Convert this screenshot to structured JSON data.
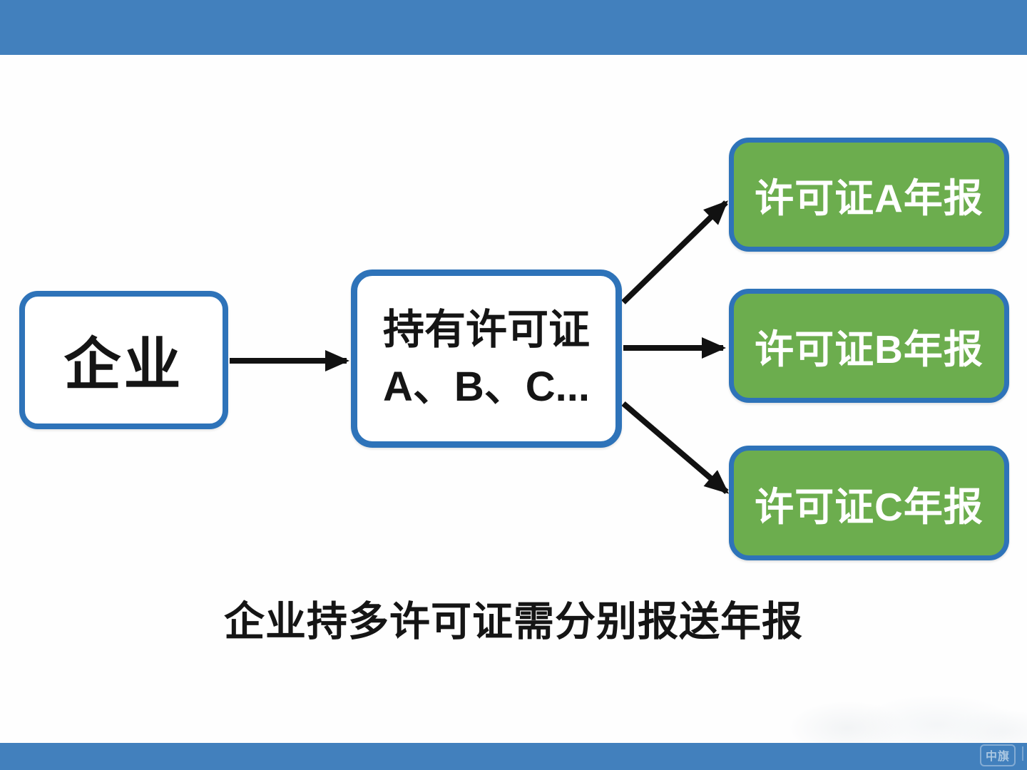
{
  "diagram": {
    "source_box": {
      "label": "企业"
    },
    "middle_box": {
      "line1": "持有许可证",
      "line2": "A、B、C..."
    },
    "outputs": [
      {
        "label": "许可证A年报"
      },
      {
        "label": "许可证B年报"
      },
      {
        "label": "许可证C年报"
      }
    ],
    "caption": "企业持多许可证需分别报送年报",
    "watermark": "中旗",
    "colors": {
      "bar_blue": "#4280bd",
      "border_blue": "#2e73b9",
      "green": "#6cad4e",
      "arrow_black": "#111111",
      "text_black": "#151515",
      "text_white": "#ffffff"
    }
  }
}
